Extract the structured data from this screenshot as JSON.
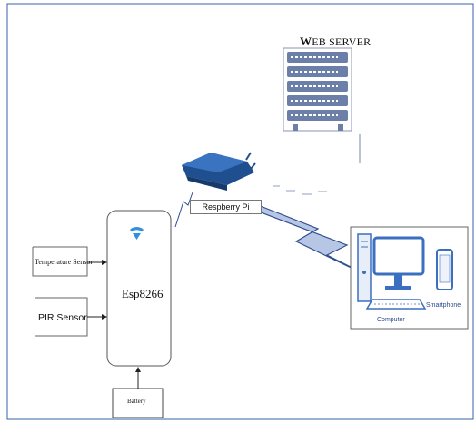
{
  "title_initial": "W",
  "title_rest": "EB SERVER",
  "raspberry_label": "Respberry Pi",
  "esp_label": "Esp8266",
  "temp_sensor_label": "Temperature Sensor",
  "pir_sensor_label": "PIR Sensor",
  "battery_label": "Battery",
  "computer_label": "Computer",
  "smartphone_label": "Smartphone",
  "colors": {
    "frame_border": "#3a5fa8",
    "server_fill": "#6b7fa8",
    "router_fill": "#1f4f8f",
    "link_fill": "#b8c6e6",
    "link_stroke": "#2f4f8f",
    "wifi": "#2f8fe0",
    "device_fill": "#3b6fc0"
  },
  "icons": [
    "server-icon",
    "router-icon",
    "wifi-icon",
    "desktop-computer-icon",
    "smartphone-icon",
    "lightning-link-icon"
  ]
}
